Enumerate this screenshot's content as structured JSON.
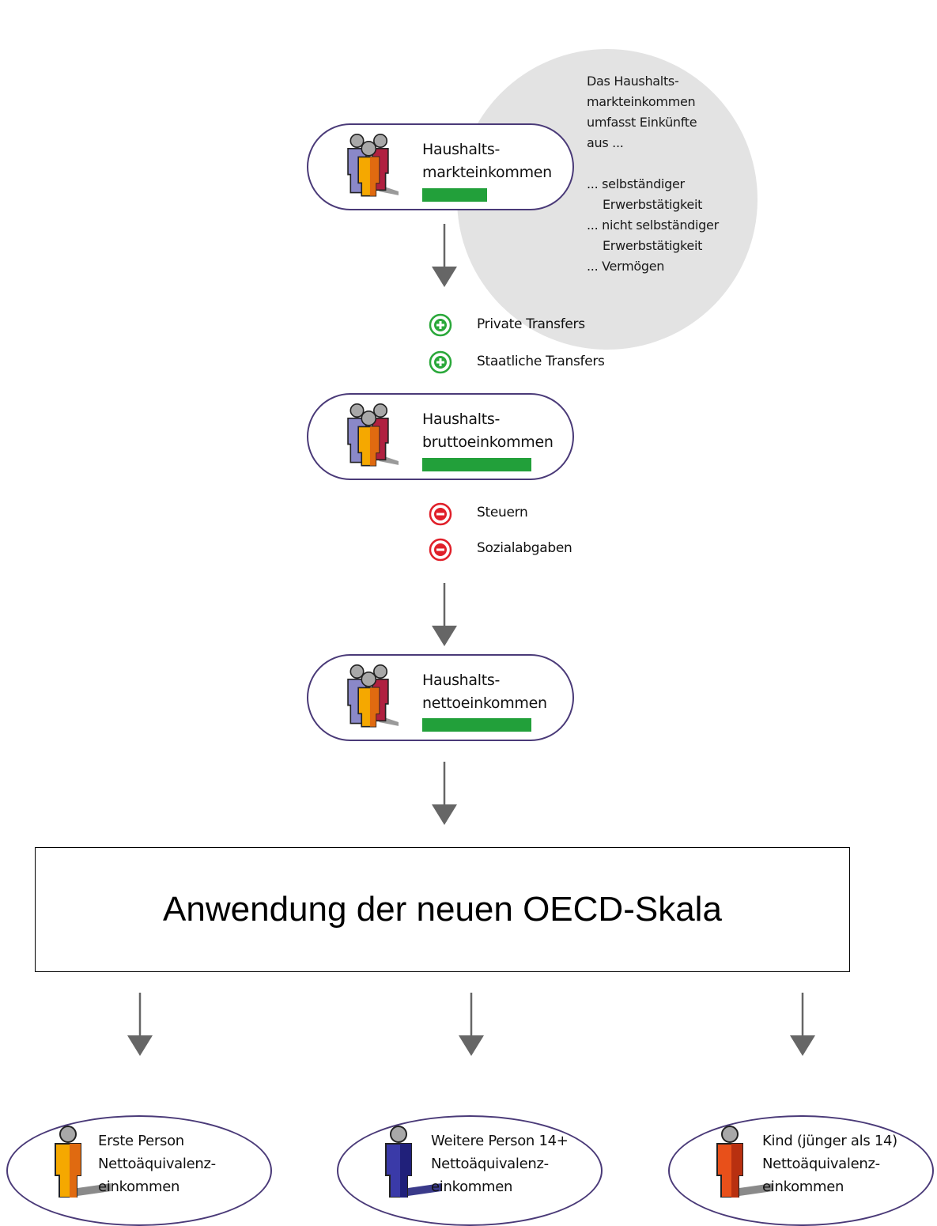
{
  "info": {
    "lines": [
      "Das Haushalts-",
      "markteinkommen",
      "umfasst Einkünfte",
      "aus ..."
    ],
    "items": [
      "... selbständiger",
      "Erwerbstätigkeit",
      "... nicht selbständiger",
      "Erwerbstätigkeit",
      "... Vermögen"
    ]
  },
  "stages": [
    {
      "line1": "Haushalts-",
      "line2": "markteinkommen"
    },
    {
      "line1": "Haushalts-",
      "line2": "bruttoeinkommen"
    },
    {
      "line1": "Haushalts-",
      "line2": "nettoeinkommen"
    }
  ],
  "additions": [
    "Private Transfers",
    "Staatliche Transfers"
  ],
  "deductions": [
    "Steuern",
    "Sozialabgaben"
  ],
  "oecd_label": "Anwendung der neuen OECD-Skala",
  "persons": [
    {
      "line1": "Erste Person",
      "line2": "Nettoäquivalenz-",
      "line3": "einkommen",
      "color": "#f5a800"
    },
    {
      "line1": "Weitere Person 14+",
      "line2": "Nettoäquivalenz-",
      "line3": "einkommen",
      "color": "#2a2a9a"
    },
    {
      "line1": "Kind (jünger als 14)",
      "line2": "Nettoäquivalenz-",
      "line3": "einkommen",
      "color": "#e8501a"
    }
  ],
  "colors": {
    "bar": "#22a03a",
    "plus": "#2aa83a",
    "minus": "#e0202a",
    "arrow": "#666666",
    "border": "#4a3a78",
    "circle": "#e3e3e3"
  }
}
